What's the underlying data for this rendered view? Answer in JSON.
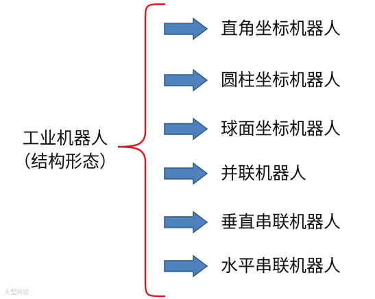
{
  "root": {
    "title": "工业机器人",
    "subtitle": "（结构形态）"
  },
  "items": [
    {
      "label": "直角坐标机器人"
    },
    {
      "label": "圆柱坐标机器人"
    },
    {
      "label": "球面坐标机器人"
    },
    {
      "label": "并联机器人"
    },
    {
      "label": "垂直串联机器人"
    },
    {
      "label": "水平串联机器人"
    }
  ],
  "watermark": "大型网站",
  "colors": {
    "brace": "#e0161f",
    "arrow_fill": "#4f81bd",
    "arrow_stroke": "#2f5d8e",
    "text": "#111111"
  },
  "icons": {
    "arrow": "right-arrow-icon"
  }
}
